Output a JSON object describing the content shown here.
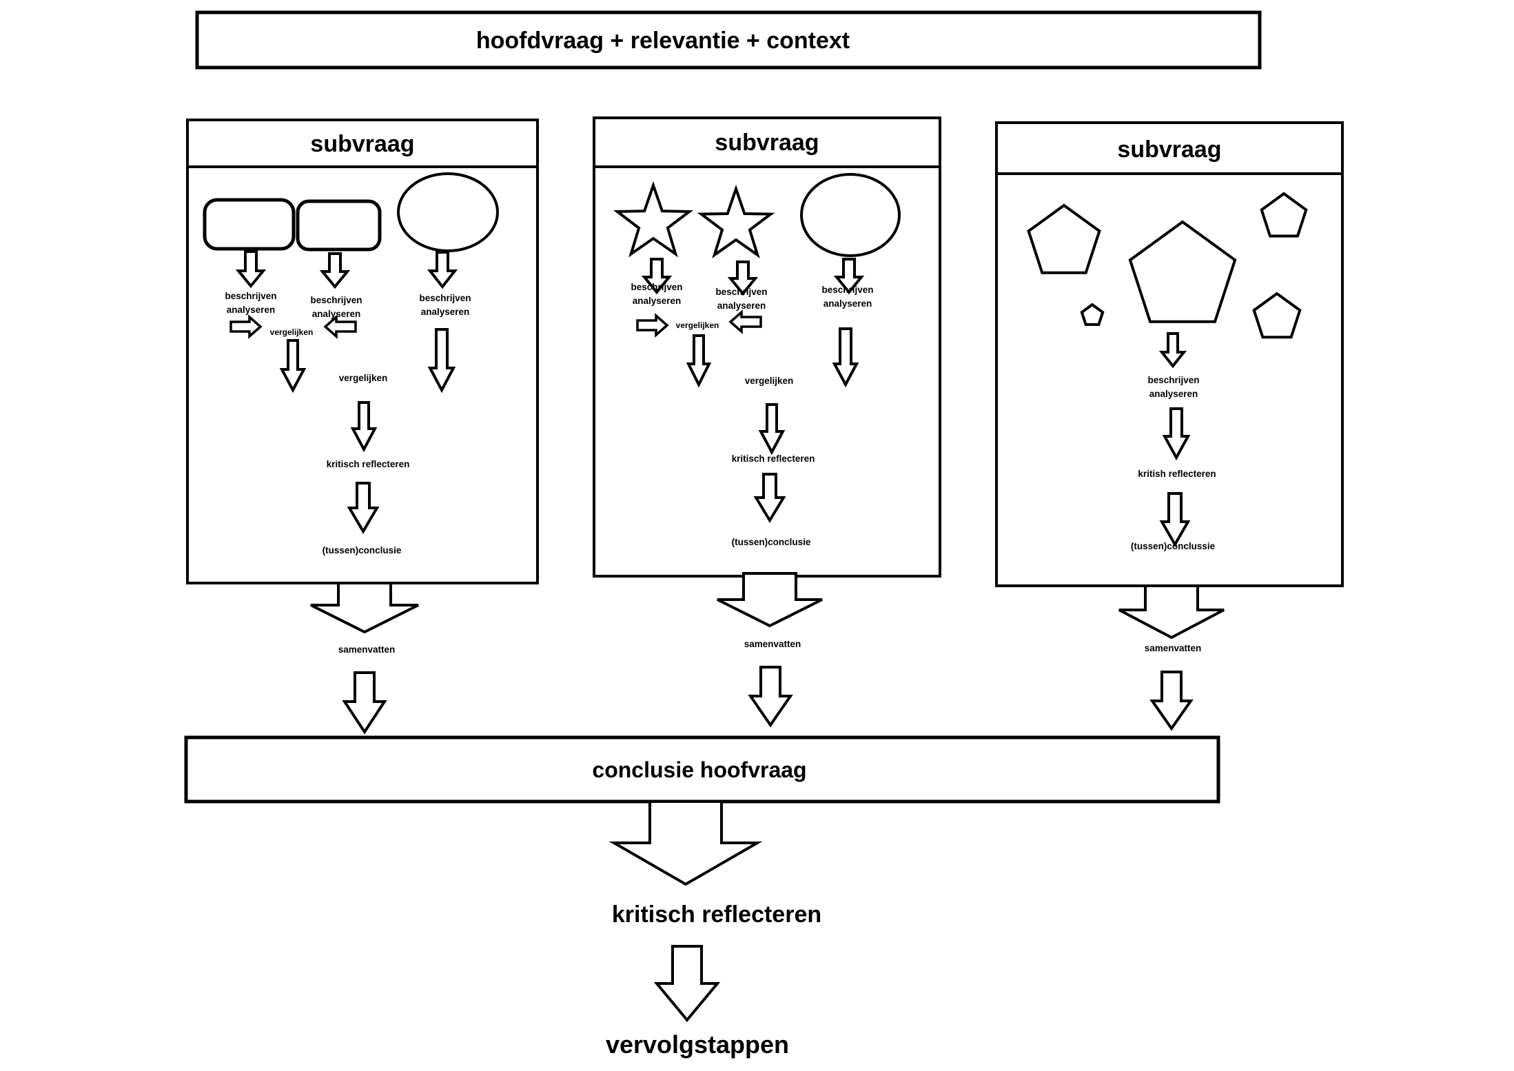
{
  "diagram": {
    "title": "hoofdvraag + relevantie + context",
    "boxes": [
      {
        "header": "subvraag",
        "shapes": [
          "rounded-rectangle",
          "rounded-rectangle",
          "ellipse"
        ],
        "columns": [
          {
            "label_line1": "beschrijven",
            "label_line2": "analyseren"
          },
          {
            "label_line1": "beschrijven",
            "label_line2": "analyseren"
          },
          {
            "label_line1": "beschrijven",
            "label_line2": "analyseren"
          }
        ],
        "compare_small": "vergelijken",
        "compare": "vergelijken",
        "reflect": "kritisch reflecteren",
        "conclusion": "(tussen)conclusie",
        "summarize": "samenvatten"
      },
      {
        "header": "subvraag",
        "shapes": [
          "star",
          "star",
          "ellipse"
        ],
        "columns": [
          {
            "label_line1": "beschrijven",
            "label_line2": "analyseren"
          },
          {
            "label_line1": "beschrijven",
            "label_line2": "analyseren"
          },
          {
            "label_line1": "beschrijven",
            "label_line2": "analyseren"
          }
        ],
        "compare_small": "vergelijken",
        "compare": "vergelijken",
        "reflect": "kritisch reflecteren",
        "conclusion": "(tussen)conclusie",
        "summarize": "samenvatten"
      },
      {
        "header": "subvraag",
        "shapes": [
          "pentagon",
          "pentagon",
          "pentagon",
          "pentagon",
          "pentagon"
        ],
        "describe_line1": "beschrijven",
        "describe_line2": "analyseren",
        "reflect": "kritish reflecteren",
        "conclusion": "(tussen)conclussie",
        "summarize": "samenvatten"
      }
    ],
    "conclusion_box": "conclusie hoofvraag",
    "final_reflect": "kritisch reflecteren",
    "final_steps": "vervolgstappen"
  },
  "colors": {
    "ink": "#000000",
    "background": "#ffffff"
  }
}
